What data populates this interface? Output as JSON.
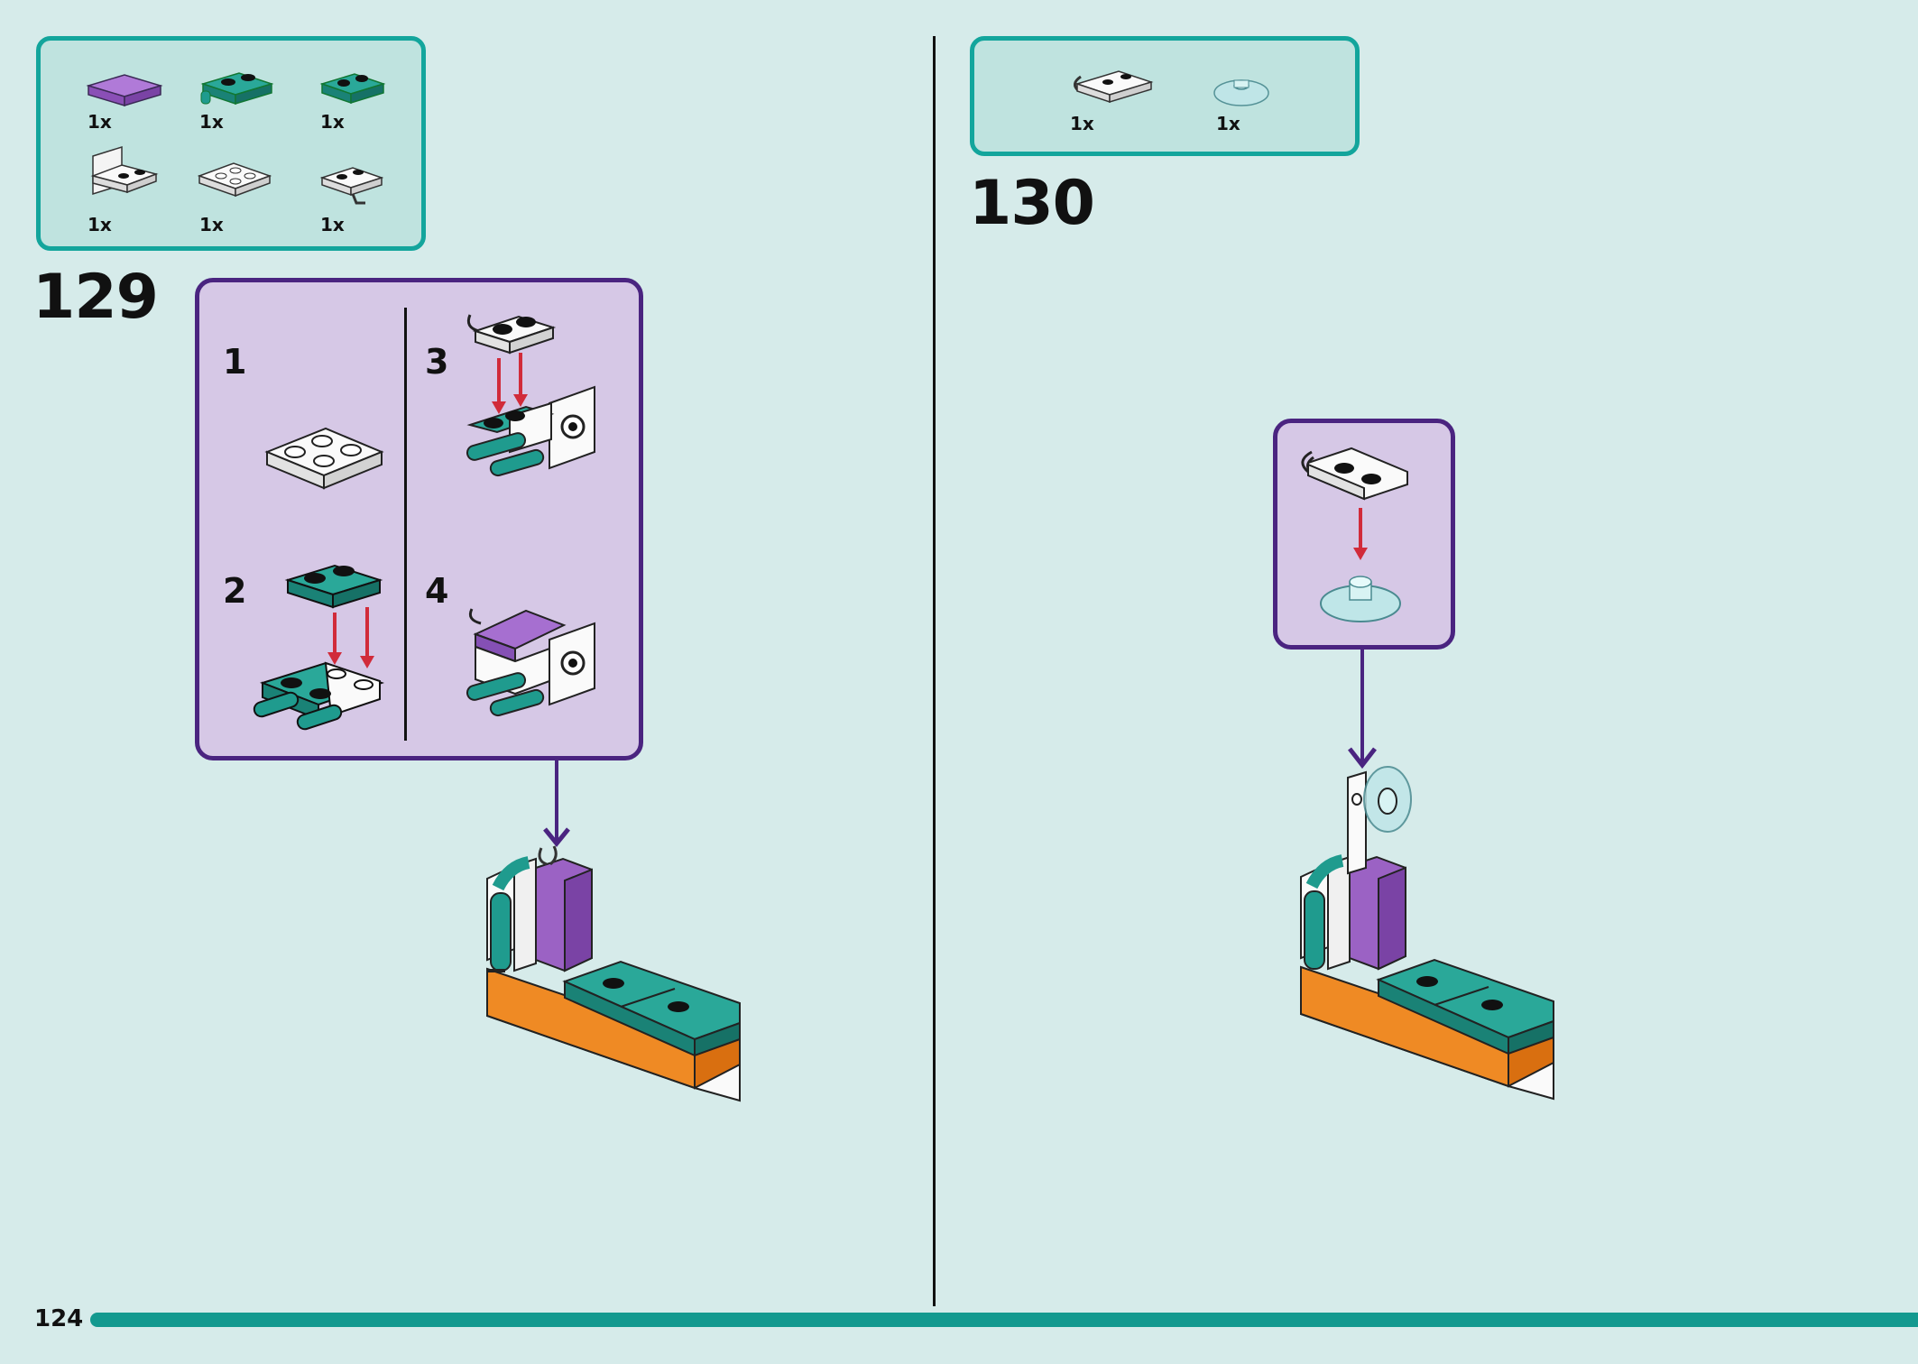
{
  "page": {
    "page_number": "124",
    "colors": {
      "background": "#d6ebea",
      "parts_box_border": "#13a59c",
      "callout_fill": "#d6c8e6",
      "callout_border": "#4a2480",
      "arrow_red": "#d12b3a",
      "arrow_purple": "#4a2480",
      "teal_brick": "#1f9b8e",
      "purple_tile": "#9b62c4",
      "orange_brick": "#ef8a24"
    }
  },
  "step129": {
    "number": "129",
    "parts": [
      {
        "icon": "purple-tile-icon",
        "qty": "1x"
      },
      {
        "icon": "teal-plate-with-clips-icon",
        "qty": "1x"
      },
      {
        "icon": "teal-plate-1x2-icon",
        "qty": "1x"
      },
      {
        "icon": "white-bracket-icon",
        "qty": "1x"
      },
      {
        "icon": "white-plate-2x2-icon",
        "qty": "1x"
      },
      {
        "icon": "white-plate-with-clip-icon",
        "qty": "1x"
      }
    ],
    "substeps": [
      "1",
      "2",
      "3",
      "4"
    ]
  },
  "step130": {
    "number": "130",
    "parts": [
      {
        "icon": "white-plate-with-bar-icon",
        "qty": "1x"
      },
      {
        "icon": "transparent-dish-icon",
        "qty": "1x"
      }
    ]
  }
}
